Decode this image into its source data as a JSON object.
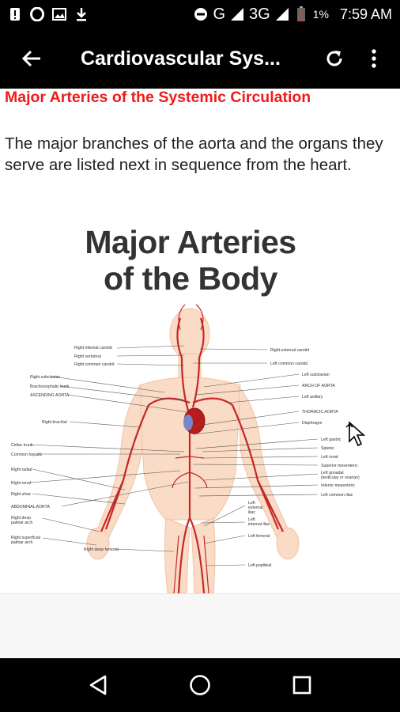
{
  "status_bar": {
    "signal_text": "G",
    "network_text": "3G",
    "battery_percent": "1%",
    "time": "7:59 AM"
  },
  "app_bar": {
    "title": "Cardiovascular Sys..."
  },
  "content": {
    "heading": "Major Arteries of the Systemic Circulation",
    "body": "The major branches of the aorta and the organs they serve are listed next in sequence from the heart.",
    "figure": {
      "title_line1": "Major Arteries",
      "title_line2": "of the Body",
      "labels_left": [
        "Right internal carotid",
        "Right vertebral",
        "Right common carotid",
        "Right subclavian",
        "Brachiocephalic trunk",
        "ASCENDING AORTA",
        "Right brachial",
        "Celiac trunk",
        "Common hepatic",
        "Right radial",
        "Right renal",
        "Right ulnar",
        "ABDOMINAL AORTA",
        "Right deep palmar arch",
        "Right superficial palmar arch",
        "Right deep femoral"
      ],
      "labels_right": [
        "Right external carotid",
        "Left common carotid",
        "Left subclavian",
        "ARCH OF AORTA",
        "Left axillary",
        "THORACIC AORTA",
        "Diaphragm",
        "Left gastric",
        "Splenic",
        "Left renal",
        "Superior mesenteric",
        "Left gonadal (testicular or ovarian)",
        "Inferior mesenteric",
        "Left common iliac",
        "Left external iliac",
        "Left internal iliac",
        "Left femoral",
        "Left popliteal"
      ]
    }
  }
}
